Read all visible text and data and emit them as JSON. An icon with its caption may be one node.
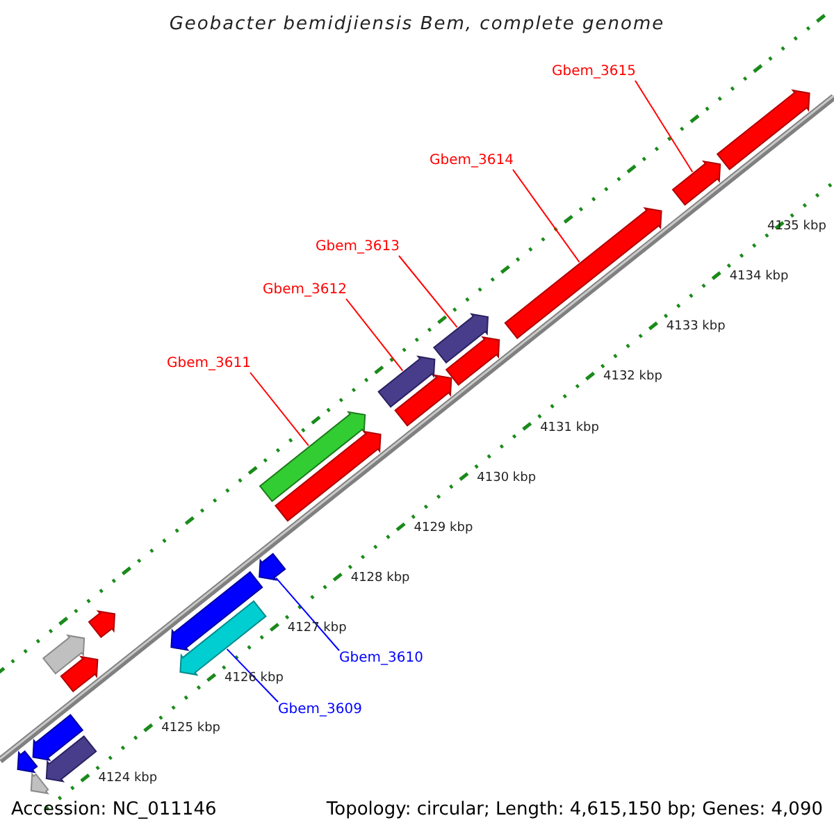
{
  "diagram": {
    "title": "Geobacter bemidjiensis Bem, complete genome",
    "nodes": [
      {
        "text": [
          "Gbem_3615"
        ]
      },
      {
        "text": [],
        "shape": "arrow"
      },
      {
        "text": [
          "Gbem_3614"
        ]
      },
      {
        "text": [],
        "shape": "arrow"
      },
      {
        "text": [
          "Gbem_3613"
        ]
      },
      {
        "text": [],
        "shape": "arrow"
      },
      {
        "text": [
          "Gbem_3612"
        ]
      },
      {
        "text": [],
        "shape": "arrow"
      },
      {
        "text": [
          "Gbem_3611"
        ]
      },
      {
        "text": [],
        "shape": "arrow"
      },
      {
        "text": [
          "Gbem_3610"
        ]
      },
      {
        "text": [],
        "shape": "arrow"
      },
      {
        "text": [
          "Gbem_3609"
        ]
      },
      {
        "text": [],
        "shape": "arrow"
      },
      {
        "text": [],
        "shape": "arrow"
      },
      {
        "text": [],
        "shape": "arrow"
      },
      {
        "text": [],
        "shape": "arrow"
      },
      {
        "text": [],
        "shape": "arrow"
      },
      {
        "text": [],
        "shape": "arrow"
      },
      {
        "text": [],
        "shape": "arrow"
      },
      {
        "text": [],
        "shape": "arrow"
      },
      {
        "text": [],
        "shape": "arrow"
      },
      {
        "text": [],
        "shape": "arrow"
      },
      {
        "text": [],
        "shape": "arrow"
      },
      {
        "text": [],
        "shape": "arrow"
      },
      {
        "text": [],
        "shape": "arrow"
      }
    ],
    "edges": [
      {
        "from": 0,
        "to": 1,
        "arrow": "none"
      },
      {
        "from": 2,
        "to": 3,
        "arrow": "none"
      },
      {
        "from": 4,
        "to": 5,
        "arrow": "none"
      },
      {
        "from": 6,
        "to": 7,
        "arrow": "none"
      },
      {
        "from": 8,
        "to": 9,
        "arrow": "none"
      },
      {
        "from": 10,
        "to": 11,
        "arrow": "none",
        "color": "#0000ff"
      },
      {
        "from": 12,
        "to": 13,
        "arrow": "none",
        "color": "#0000ff"
      }
    ],
    "labels": [
      "4135 kbp",
      "4134 kbp",
      "4133 kbp",
      "4132 kbp",
      "4131 kbp",
      "4130 kbp",
      "4129 kbp",
      "4128 kbp",
      "4127 kbp",
      "4126 kbp",
      "4125 kbp",
      "4124 kbp",
      "Accession: NC_011146",
      "Topology: circular; Length: 4,615,150 bp; Genes: 4,090"
    ]
  }
}
